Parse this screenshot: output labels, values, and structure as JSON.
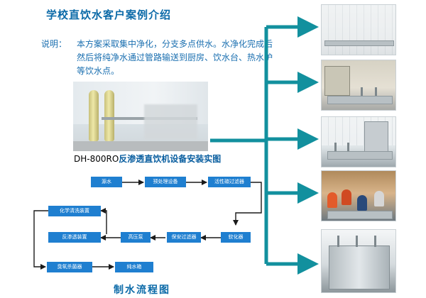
{
  "header": {
    "title": "学校直饮水客户案例介绍"
  },
  "description": {
    "label": "说明：",
    "text": "本方案采取集中净化，分支多点供水。水净化完成后然后将纯净水通过管路输送到厨房、饮水台、热水炉等饮水点。"
  },
  "main_photo": {
    "caption_model": "DH-800RO",
    "caption_text": "反渗透直饮机设备安装实图"
  },
  "flow": {
    "title": "制水流程图",
    "steps": {
      "source": "源水",
      "pretreat": "预处理设备",
      "carbon": "活性碳过滤器",
      "softener": "软化器",
      "security": "保安过滤器",
      "pump": "高压泵",
      "ro": "反渗透装置",
      "chem": "化学清洗装置",
      "ozone": "臭氧杀菌器",
      "tank": "纯水箱"
    }
  },
  "colors": {
    "accent": "#0b6aa8",
    "arrow": "#12909e",
    "box": "#1f7fd0"
  }
}
